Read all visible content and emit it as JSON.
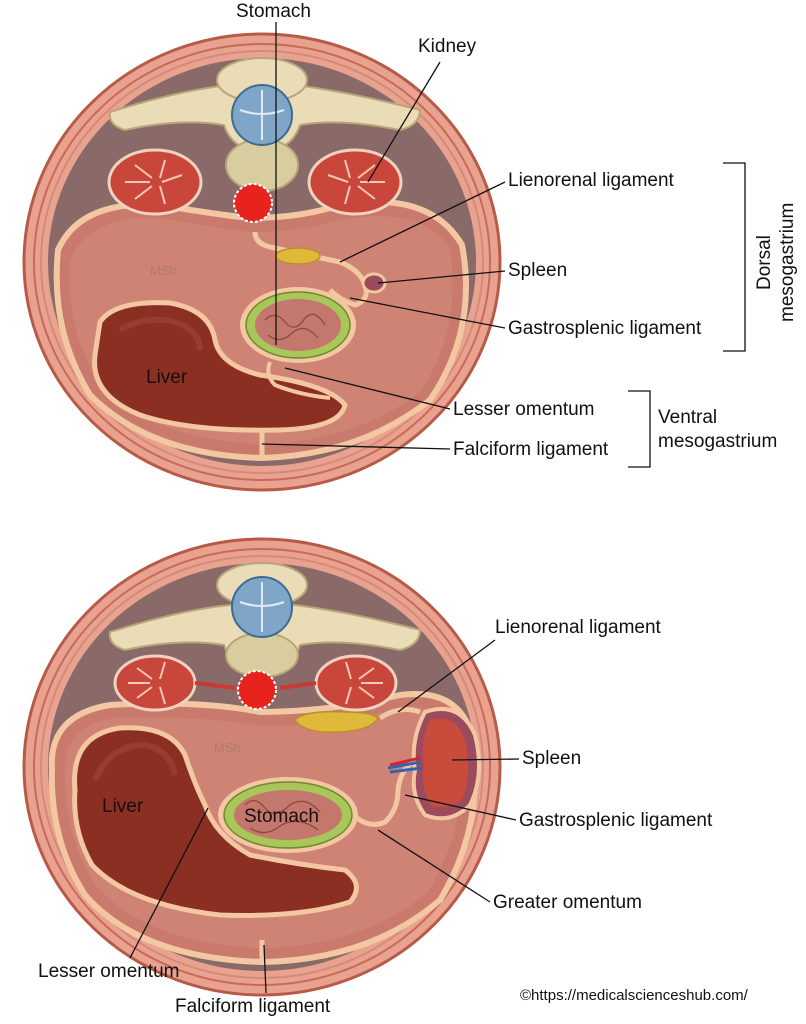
{
  "colors": {
    "body_wall_outer": "#e8a28f",
    "body_wall_stripe": "#c96a58",
    "retroperitoneum": "#8a6a68",
    "cavity": "#c97a6c",
    "cavity_light": "#e0a497",
    "membrane": "#f2c7a2",
    "liver": "#8a2f22",
    "vertebra": "#e9dcb6",
    "spinal_cord": "#7fa6c8",
    "kidney": "#c9463a",
    "aorta": "#e8231e",
    "pancreas": "#e0b93a",
    "spleen": "#9c4a5e",
    "stomach_wall": "#a9c65a",
    "stomach_lumen": "#c4776c"
  },
  "top_diagram": {
    "labels": {
      "stomach": "Stomach",
      "kidney": "Kidney",
      "lienorenal": "Lienorenal ligament",
      "spleen": "Spleen",
      "gastrosplenic": "Gastrosplenic ligament",
      "lesser_omentum": "Lesser omentum",
      "falciform": "Falciform  ligament",
      "liver": "Liver",
      "msh": "MSh",
      "dorsal_line1": "Dorsal",
      "dorsal_line2": "mesogastrium",
      "ventral_line1": "Ventral",
      "ventral_line2": "mesogastrium"
    }
  },
  "bottom_diagram": {
    "labels": {
      "lienorenal": "Lienorenal ligament",
      "spleen": "Spleen",
      "gastrosplenic": "Gastrosplenic ligament",
      "greater_omentum": "Greater omentum",
      "lesser_omentum": "Lesser omentum",
      "falciform": "Falciform  ligament",
      "liver": "Liver",
      "stomach": "Stomach",
      "msh": "MSh"
    }
  },
  "credit": "©https://medicalscienceshub.com/"
}
